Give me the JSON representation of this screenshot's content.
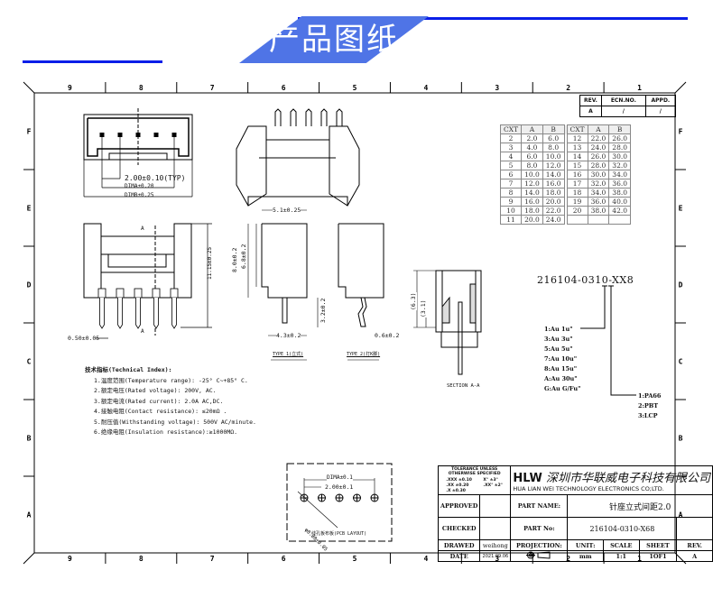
{
  "banner": {
    "title": "产品图纸",
    "accent": "#4f74e6",
    "line_color": "#0a1ee8"
  },
  "border": {
    "columns": [
      "9",
      "8",
      "7",
      "6",
      "5",
      "4",
      "3",
      "2",
      "1"
    ],
    "rows": [
      "F",
      "E",
      "D",
      "C",
      "B",
      "A"
    ]
  },
  "revision": {
    "headers": [
      "REV.",
      "ECN.NO.",
      "APPD."
    ],
    "values": [
      "A",
      "/",
      "/"
    ]
  },
  "cxt_table": {
    "headers": [
      "CXT",
      "A",
      "B",
      "CXT",
      "A",
      "B"
    ],
    "rows": [
      [
        "2",
        "2.0",
        "6.0",
        "12",
        "22.0",
        "26.0"
      ],
      [
        "3",
        "4.0",
        "8.0",
        "13",
        "24.0",
        "28.0"
      ],
      [
        "4",
        "6.0",
        "10.0",
        "14",
        "26.0",
        "30.0"
      ],
      [
        "5",
        "8.0",
        "12.0",
        "15",
        "28.0",
        "32.0"
      ],
      [
        "6",
        "10.0",
        "14.0",
        "16",
        "30.0",
        "34.0"
      ],
      [
        "7",
        "12.0",
        "16.0",
        "17",
        "32.0",
        "36.0"
      ],
      [
        "8",
        "14.0",
        "18.0",
        "18",
        "34.0",
        "38.0"
      ],
      [
        "9",
        "16.0",
        "20.0",
        "19",
        "36.0",
        "40.0"
      ],
      [
        "10",
        "18.0",
        "22.0",
        "20",
        "38.0",
        "42.0"
      ],
      [
        "11",
        "20.0",
        "24.0",
        "",
        "",
        ""
      ]
    ]
  },
  "dimensions": {
    "pitch": "2.00±0.10(TYP)",
    "dim_a": "DIMA±0.20",
    "dim_b": "DIMB±0.25",
    "height_total": "11.15±0.25",
    "pin_width": "0.50±0.05",
    "depth": "5.1±0.25",
    "height_body": "8.0±0.2",
    "height_step": "6.8±0.2",
    "pin_length": "3.2±0.2",
    "foot": "4.3±0.2",
    "bend": "0.6±0.2",
    "sec_h1": "(6.3)",
    "sec_h2": "(3.1)",
    "section_label": "SECTION A-A",
    "type1": "TYPE 1(立式)",
    "type2": "TYPE 2(打K脚)",
    "section_mark": "A"
  },
  "pcb_layout": {
    "dim_a": "DIMA±0.1",
    "pitch": "2.00±0.1",
    "hole": "φ0.80±0.05",
    "label": "线孔板布板(PCB LAYOUT)"
  },
  "technical_index": {
    "title": "技术指标(Technical Index):",
    "items": [
      "1.温度范围(Temperature range): -25° C~+85° C.",
      "2.额定电压(Rated voltage): 200V, AC.",
      "3.额定电流(Rated current): 2.0A AC,DC.",
      "4.接触电阻(Contact resistance): ≤20mΩ .",
      "5.耐压值(Withstanding voltage): 500V AC/minute.",
      "6.绝缘电阻(Insulation resistance):≥1000MΩ."
    ]
  },
  "part_code": {
    "code": "216104-0310-XX8",
    "plating": [
      "1:Au 1u\"",
      "3:Au 3u\"",
      "5:Au 5u\"",
      "7:Au 10u\"",
      "8:Au 15u\"",
      "A:Au 30u\"",
      "G:Au G/Fu\""
    ],
    "material": [
      "1:PA66",
      "2:PBT",
      "3:LCP"
    ]
  },
  "title_block": {
    "tolerance_title": "TOLERANCE UNLESS OTHERWISE SPECIFIED",
    "tol_lin": [
      ".XXX ±0.10",
      ".XX ±0.20",
      ".X ±0.30"
    ],
    "tol_ang": [
      "X° ±3°",
      ".XX° ±2°"
    ],
    "logo": "HLW",
    "company_cn": "深圳市华联威电子科技有限公司",
    "company_en": "HUA LIAN WEI TECHNOLOGY ELECTRONICS CO;LTD.",
    "approved_label": "APPROVED",
    "checked_label": "CHECKED",
    "drawed_label": "DRAWED",
    "drawed_value": "weihong",
    "date_label": "DATE",
    "date_value": "2021.09.06",
    "part_name_label": "PART NAME:",
    "part_name_value": "针座立式间距2.0",
    "part_no_label": "PART No:",
    "part_no_value": "216104-0310-X68",
    "projection_label": "PROJECTION:",
    "unit_label": "UNIT:",
    "unit_value": "mm",
    "scale_label": "SCALE",
    "scale_value": "1:1",
    "sheet_label": "SHEET",
    "sheet_value": "1OF1",
    "rev_label": "REV.",
    "rev_value": "A"
  }
}
